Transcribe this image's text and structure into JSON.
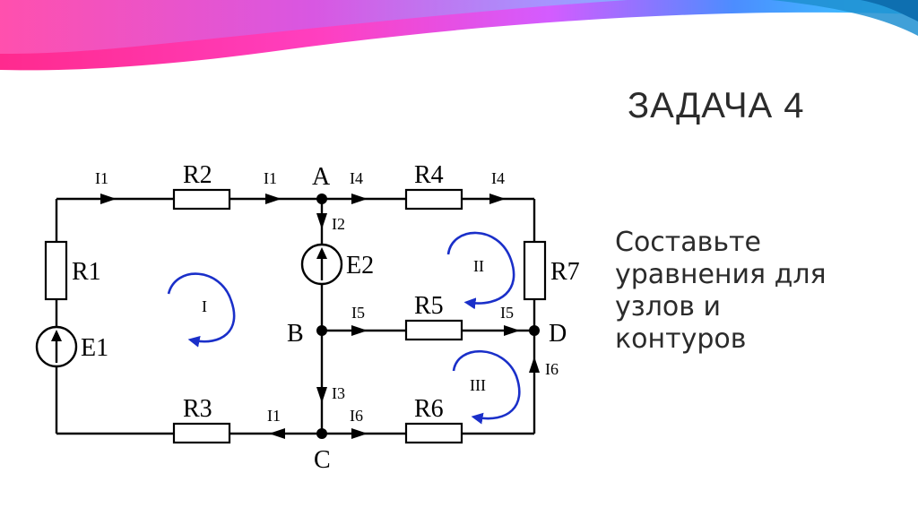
{
  "slide": {
    "title": "ЗАДАЧА 4",
    "task_lines": [
      "Составьте",
      "уравнения для",
      "узлов и",
      "контуров"
    ]
  },
  "circuit": {
    "resistors": {
      "r1": "R1",
      "r2": "R2",
      "r3": "R3",
      "r4": "R4",
      "r5": "R5",
      "r6": "R6",
      "r7": "R7"
    },
    "sources": {
      "e1": "E1",
      "e2": "E2"
    },
    "nodes": {
      "a": "A",
      "b": "B",
      "c": "C",
      "d": "D"
    },
    "currents": {
      "i1_top_left": "I1",
      "i1_top_right": "I1",
      "i1_bottom": "I1",
      "i2": "I2",
      "i3": "I3",
      "i4_left": "I4",
      "i4_right": "I4",
      "i5_left": "I5",
      "i5_right": "I5",
      "i6_bottom": "I6",
      "i6_right": "I6"
    },
    "loops": {
      "loop1": "I",
      "loop2": "II",
      "loop3": "III"
    },
    "colors": {
      "wire": "#000000",
      "loop_arrow": "#1a2fc9"
    }
  },
  "theme": {
    "ribbon_colors": [
      "#ff2a9a",
      "#ff47c8",
      "#c84cff",
      "#2f8dff",
      "#35d0ff"
    ]
  }
}
